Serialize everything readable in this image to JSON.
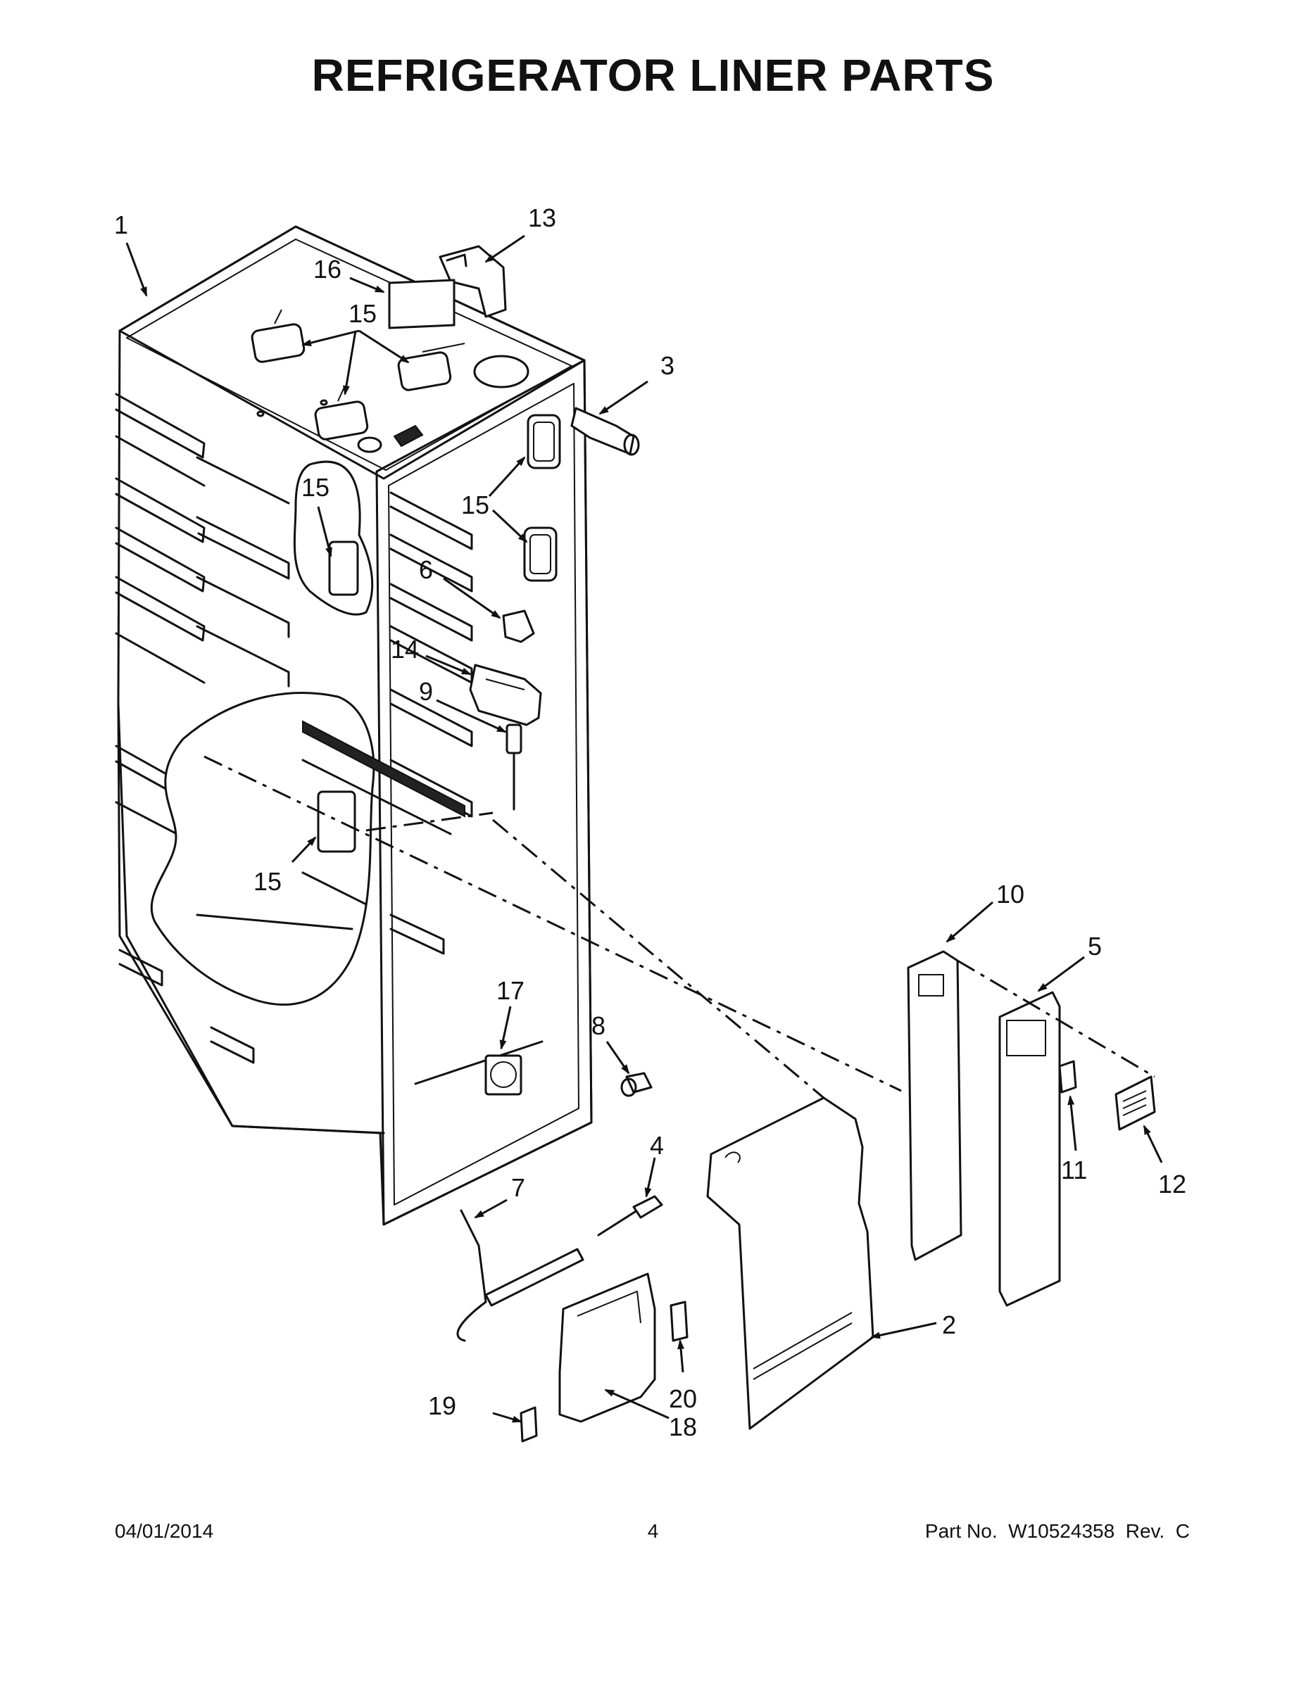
{
  "title": "REFRIGERATOR LINER PARTS",
  "footer": {
    "date": "04/01/2014",
    "page": "4",
    "part_no": "Part No.  W10524358  Rev.  C"
  },
  "callouts": {
    "c1": "1",
    "c2": "2",
    "c3": "3",
    "c4": "4",
    "c5": "5",
    "c6": "6",
    "c7": "7",
    "c8": "8",
    "c9": "9",
    "c10": "10",
    "c11": "11",
    "c12": "12",
    "c13": "13",
    "c14": "14",
    "c15a": "15",
    "c15b": "15",
    "c15c": "15",
    "c15d": "15",
    "c16": "16",
    "c17": "17",
    "c18": "18",
    "c19": "19",
    "c20": "20"
  }
}
